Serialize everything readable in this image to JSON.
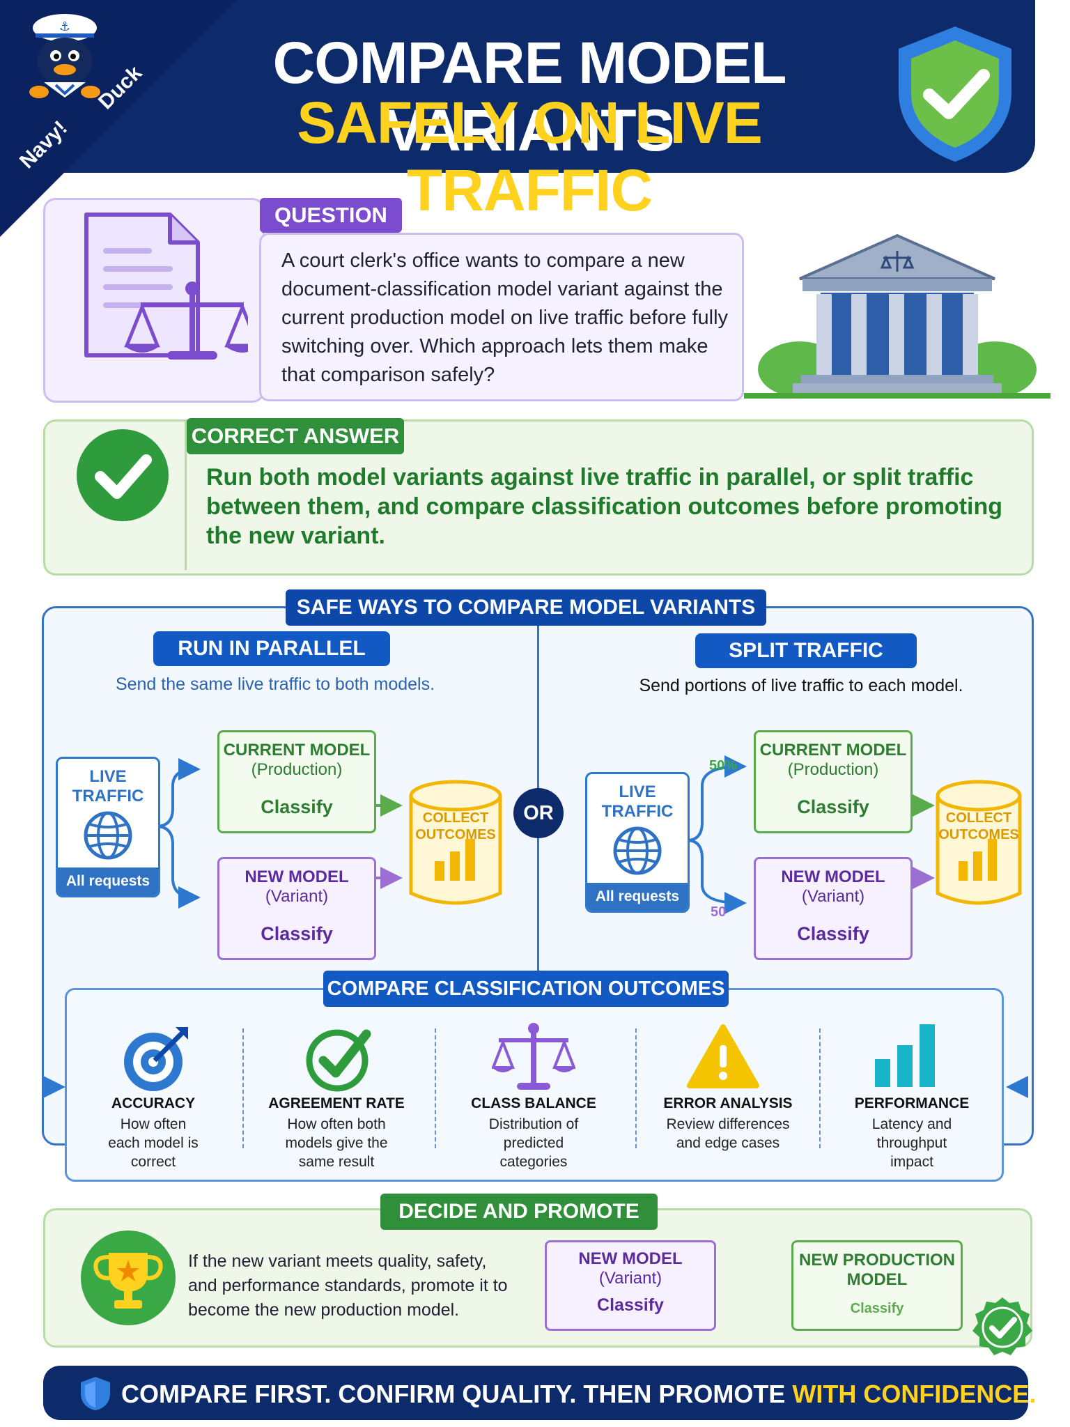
{
  "header": {
    "title_line1": "COMPARE MODEL VARIANTS",
    "title_line2": "SAFELY ON LIVE TRAFFIC",
    "brand_line1": "Navy!",
    "brand_line2": "Duck"
  },
  "question": {
    "label": "QUESTION",
    "text": "A court clerk's office wants to compare a new document-classification model variant against the current production model on live traffic before fully switching over. Which approach lets them make that comparison safely?"
  },
  "answer": {
    "label": "CORRECT ANSWER",
    "text": "Run both model variants against live traffic in parallel, or split traffic between them, and compare classification outcomes before promoting the new variant."
  },
  "safe_ways": {
    "label": "SAFE WAYS TO COMPARE MODEL VARIANTS",
    "or_label": "OR",
    "parallel": {
      "title": "RUN IN PARALLEL",
      "description": "Send the same live traffic to both models.",
      "live_title_1": "LIVE",
      "live_title_2": "TRAFFIC",
      "live_foot": "All requests",
      "current_title": "CURRENT MODEL",
      "current_sub": "(Production)",
      "current_action": "Classify",
      "new_title": "NEW MODEL",
      "new_sub": "(Variant)",
      "new_action": "Classify",
      "collect_1": "COLLECT",
      "collect_2": "OUTCOMES"
    },
    "split": {
      "title": "SPLIT TRAFFIC",
      "description": "Send portions of live traffic to each model.",
      "live_title_1": "LIVE",
      "live_title_2": "TRAFFIC",
      "live_foot": "All requests",
      "top_pct": "50%",
      "bottom_pct": "50",
      "current_title": "CURRENT MODEL",
      "current_sub": "(Production)",
      "current_action": "Classify",
      "new_title": "NEW MODEL",
      "new_sub": "(Variant)",
      "new_action": "Classify",
      "collect_1": "COLLECT",
      "collect_2": "OUTCOMES"
    }
  },
  "compare": {
    "label": "COMPARE CLASSIFICATION OUTCOMES",
    "metrics": [
      {
        "icon": "target-icon",
        "title": "ACCURACY",
        "desc": [
          "How often",
          "each model is",
          "correct"
        ]
      },
      {
        "icon": "check-circle-icon",
        "title": "AGREEMENT RATE",
        "desc": [
          "How often both",
          "models give the",
          "same result"
        ]
      },
      {
        "icon": "scales-icon",
        "title": "CLASS BALANCE",
        "desc": [
          "Distribution of",
          "predicted",
          "categories"
        ]
      },
      {
        "icon": "warning-icon",
        "title": "ERROR ANALYSIS",
        "desc": [
          "Review differences",
          "and edge cases"
        ]
      },
      {
        "icon": "bar-chart-icon",
        "title": "PERFORMANCE",
        "desc": [
          "Latency and",
          "throughput",
          "impact"
        ]
      }
    ]
  },
  "decide": {
    "label": "DECIDE AND PROMOTE",
    "text": "If the new variant meets quality, safety, and performance standards, promote it to become the new production model.",
    "new_title": "NEW MODEL",
    "new_sub": "(Variant)",
    "new_action": "Classify",
    "prod_title_1": "NEW PRODUCTION",
    "prod_title_2": "MODEL",
    "prod_action": "Classify"
  },
  "footer": {
    "text_a": "COMPARE FIRST. CONFIRM QUALITY. THEN PROMOTE ",
    "text_b": "WITH CONFIDENCE."
  },
  "colors": {
    "navy": "#0d2a6b",
    "yellow": "#ffd21f",
    "purple": "#7c4ccf",
    "green": "#2f8f3a",
    "blue": "#1259c3",
    "gold": "#f5c400"
  }
}
